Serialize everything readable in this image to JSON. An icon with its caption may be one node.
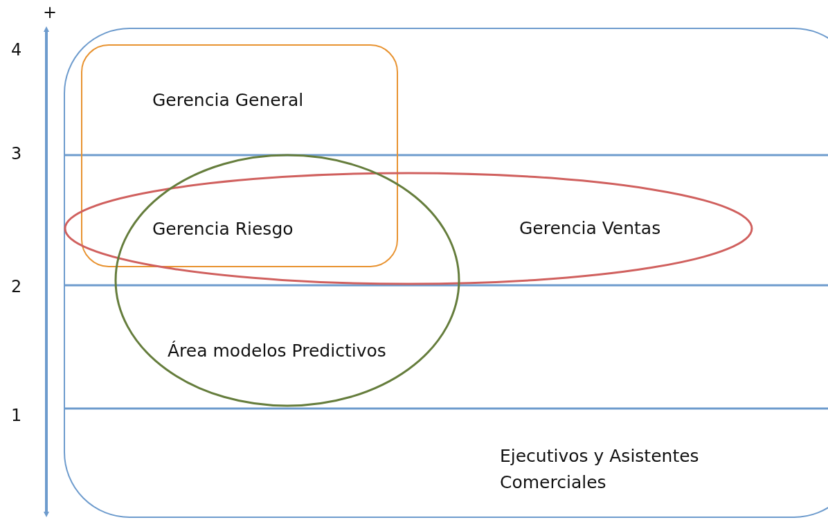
{
  "diagram": {
    "nodes": [
      {
        "text": [
          "Ejecutivos y Asistentes Comerciales"
        ]
      },
      {
        "text": [
          "Gerencia General"
        ],
        "in": 0
      },
      {
        "text": [
          "Gerencia Ventas"
        ],
        "in": 0
      },
      {
        "text": [
          "Área modelos Predictivos"
        ],
        "in": 0
      }
    ],
    "labels": [
      "+",
      "4",
      "3",
      "2",
      "1",
      "Gerencia Riesgo"
    ]
  }
}
